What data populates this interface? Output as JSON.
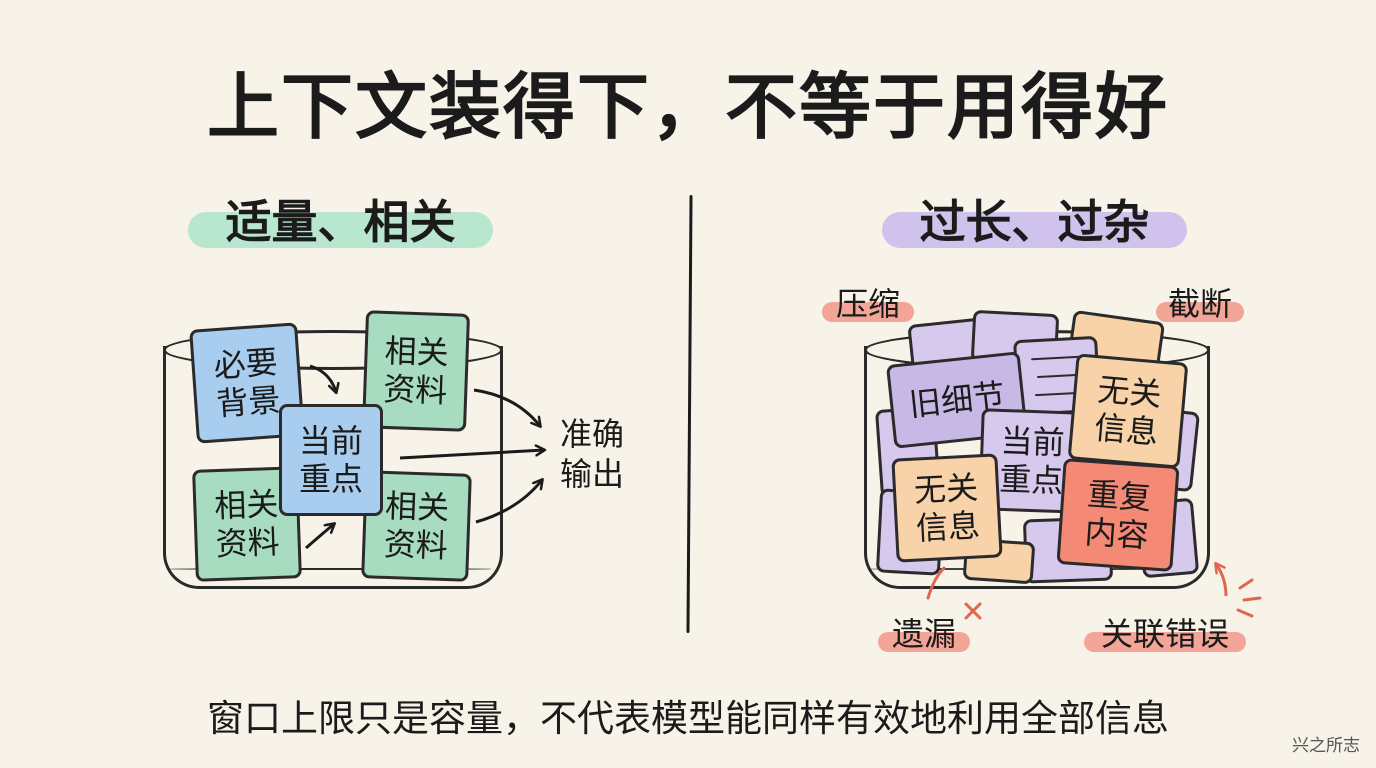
{
  "title": "上下文装得下，不等于用得好",
  "left": {
    "heading": "适量、相关",
    "cards": {
      "background": "必要\n背景",
      "related_top": "相关\n资料",
      "focus": "当前\n重点",
      "related_bottom_left": "相关\n资料",
      "related_bottom_right": "相关\n资料"
    },
    "output": "准确\n输出"
  },
  "right": {
    "heading": "过长、过杂",
    "tags": {
      "compress": "压缩",
      "truncate": "截断",
      "omission": "遗漏",
      "misassociation": "关联错误"
    },
    "cards": {
      "old_detail": "旧细节",
      "irrelevant_top": "无关\n信息",
      "focus": "当前\n重点",
      "irrelevant_bottom": "无关\n信息",
      "duplicate": "重复\n内容"
    }
  },
  "footer": "窗口上限只是容量，不代表模型能同样有效地利用全部信息",
  "watermark": "兴之所志",
  "colors": {
    "background": "#f7f3e9",
    "green_highlight": "#b9e6cf",
    "purple_highlight": "#cfc2ec",
    "red_highlight": "#f3a597",
    "card_blue": "#a8cdee",
    "card_green": "#a8dcc0",
    "card_purple": "#c8b8e6",
    "card_orange": "#f8d2a8",
    "card_red": "#f48a76"
  }
}
